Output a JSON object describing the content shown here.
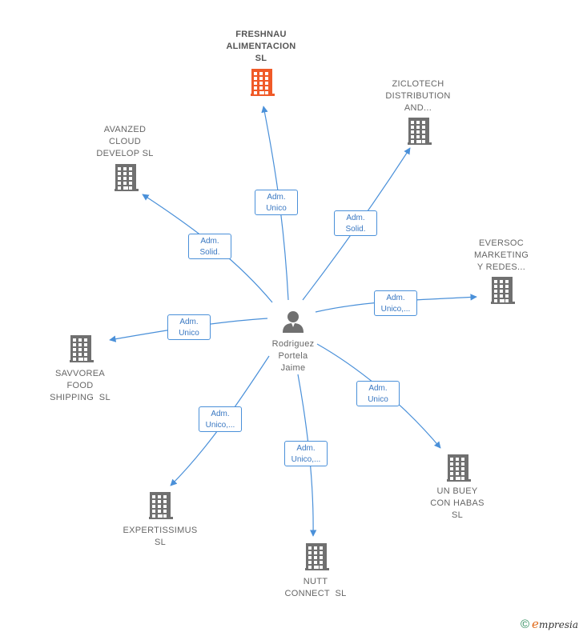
{
  "colors": {
    "edge": "#4a90d9",
    "building": "#707070",
    "building_highlight": "#f05a28",
    "person": "#707070"
  },
  "center": {
    "name": [
      "Rodriguez",
      "Portela",
      "Jaime"
    ],
    "icon": "person-icon"
  },
  "nodes": [
    {
      "id": "freshnau",
      "lines": [
        "FRESHNAU",
        "ALIMENTACION",
        "SL"
      ],
      "highlight": true,
      "icon": "building-icon"
    },
    {
      "id": "ziclotech",
      "lines": [
        "ZICLOTECH",
        "DISTRIBUTION",
        "AND..."
      ],
      "highlight": false,
      "icon": "building-icon"
    },
    {
      "id": "avanzed",
      "lines": [
        "AVANZED",
        "CLOUD",
        "DEVELOP SL"
      ],
      "highlight": false,
      "icon": "building-icon"
    },
    {
      "id": "eversoc",
      "lines": [
        "EVERSOC",
        "MARKETING",
        "Y REDES..."
      ],
      "highlight": false,
      "icon": "building-icon"
    },
    {
      "id": "savvorea",
      "lines": [
        "SAVVOREA",
        "FOOD",
        "SHIPPING  SL"
      ],
      "highlight": false,
      "icon": "building-icon"
    },
    {
      "id": "unbuey",
      "lines": [
        "UN BUEY",
        "CON HABAS",
        "SL"
      ],
      "highlight": false,
      "icon": "building-icon"
    },
    {
      "id": "expertissimus",
      "lines": [
        "EXPERTISSIMUS",
        "SL"
      ],
      "highlight": false,
      "icon": "building-icon"
    },
    {
      "id": "nutt",
      "lines": [
        "NUTT",
        "CONNECT  SL"
      ],
      "highlight": false,
      "icon": "building-icon"
    }
  ],
  "edges": [
    {
      "to": "freshnau",
      "label": [
        "Adm.",
        "Unico"
      ]
    },
    {
      "to": "ziclotech",
      "label": [
        "Adm.",
        "Solid."
      ]
    },
    {
      "to": "avanzed",
      "label": [
        "Adm.",
        "Solid."
      ]
    },
    {
      "to": "eversoc",
      "label": [
        "Adm.",
        "Unico,..."
      ]
    },
    {
      "to": "savvorea",
      "label": [
        "Adm.",
        "Unico"
      ]
    },
    {
      "to": "unbuey",
      "label": [
        "Adm.",
        "Unico"
      ]
    },
    {
      "to": "expertissimus",
      "label": [
        "Adm.",
        "Unico,..."
      ]
    },
    {
      "to": "nutt",
      "label": [
        "Adm.",
        "Unico,..."
      ]
    }
  ],
  "footer": {
    "copyright_symbol": "©",
    "brand_initial": "e",
    "brand_rest": "mpresia"
  }
}
